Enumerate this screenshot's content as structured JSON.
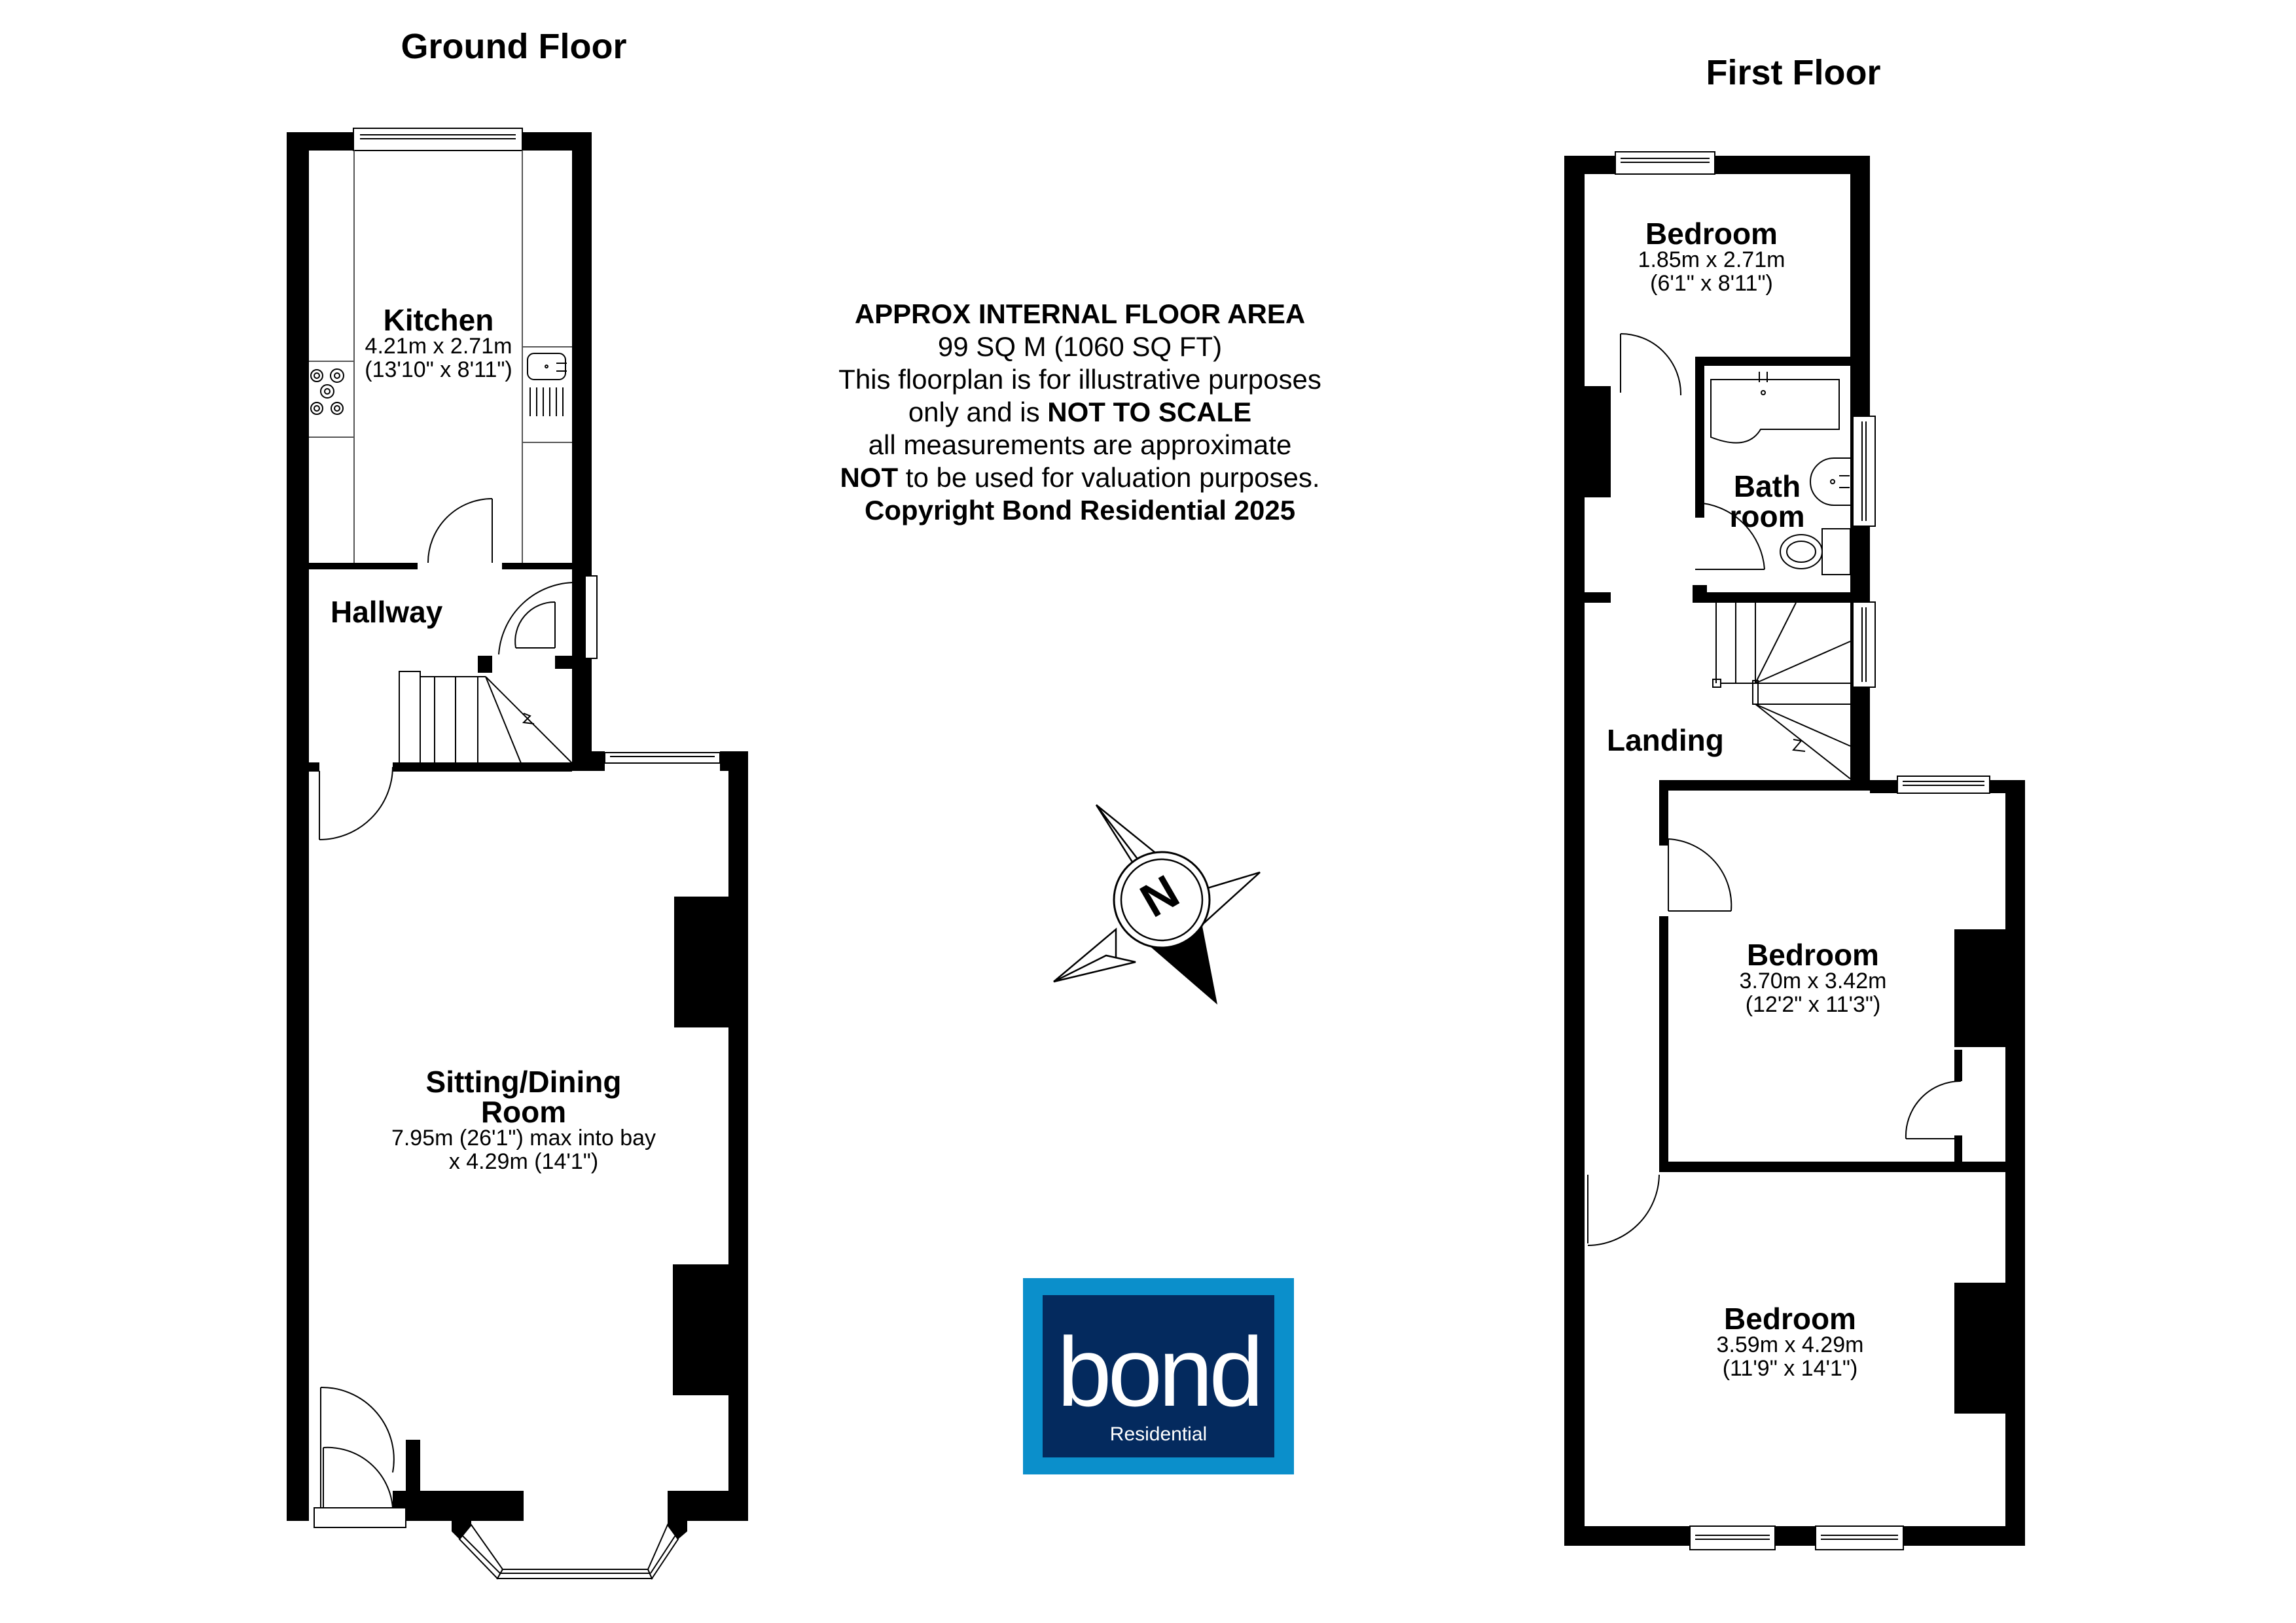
{
  "ground_floor": {
    "title": "Ground Floor",
    "rooms": [
      {
        "name": "Kitchen",
        "dim_metric": "4.21m x 2.71m",
        "dim_imperial": "(13'10\" x 8'11\")"
      },
      {
        "name": "Hallway"
      },
      {
        "name_line1": "Sitting/Dining",
        "name_line2": "Room",
        "dim_line1": "7.95m (26'1\") max into bay",
        "dim_line2": "x 4.29m (14'1\")"
      }
    ]
  },
  "first_floor": {
    "title": "First Floor",
    "rooms": [
      {
        "name": "Bedroom",
        "dim_metric": "1.85m x 2.71m",
        "dim_imperial": "(6'1\" x 8'11\")"
      },
      {
        "name_line1": "Bath",
        "name_line2": "room"
      },
      {
        "name": "Landing"
      },
      {
        "name": "Bedroom",
        "dim_metric": "3.70m x 3.42m",
        "dim_imperial": "(12'2\" x 11'3\")"
      },
      {
        "name": "Bedroom",
        "dim_metric": "3.59m x 4.29m",
        "dim_imperial": "(11'9\" x 14'1\")"
      }
    ]
  },
  "info": {
    "heading": "APPROX INTERNAL FLOOR AREA",
    "area": "99 SQ M (1060 SQ FT)",
    "line1": "This floorplan is for illustrative purposes",
    "line2_prefix": "only and is ",
    "line2_bold": "NOT TO SCALE",
    "line3": "all measurements are approximate",
    "line4_bold": "NOT",
    "line4_suffix": " to be used for valuation purposes.",
    "copyright": "Copyright Bond Residential 2025"
  },
  "compass": {
    "label": "N",
    "icon": "compass-rose-icon"
  },
  "logo": {
    "word": "bond",
    "sub": "Residential",
    "colors": {
      "outer": "#0b8fcb",
      "inner": "#042a5e",
      "text": "#ffffff"
    }
  }
}
